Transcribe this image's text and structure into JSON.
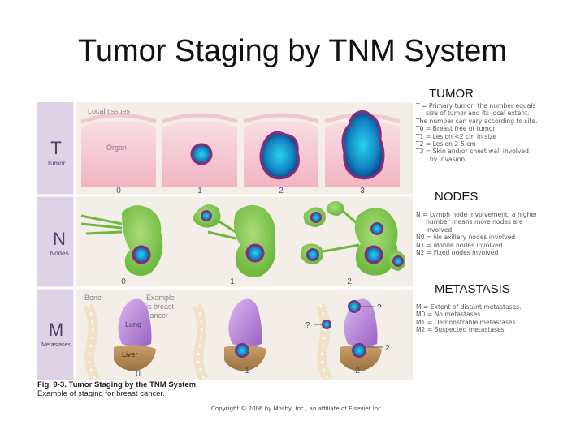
{
  "title": "Tumor Staging by TNM System",
  "sections": {
    "tumor": "TUMOR",
    "nodes": "NODES",
    "metastasis": "METASTASIS"
  },
  "legends": {
    "tumor": "T = Primary tumor; the number equals\n     size of tumor and its local extent.\nThe number can vary according to site.\nT0 = Breast free of tumor\nT1 = Lesion <2 cm in size\nT2 = Lesion 2-5 cm\nT3 = Skin and/or chest wall involved\n       by invasion",
    "nodes": "N = Lymph node involvement; a higher\n     number means more nodes are\n     involved.\nN0 = No axillary nodes involved\nN1 = Mobile nodes involved\nN2 = Fixed nodes involved",
    "metastasis": "M = Extent of distant metastases.\nM0 = No metastases\nM1 = Demonstrable metastases\nM2 = Suspected metastases"
  },
  "figure": {
    "rows": {
      "t": {
        "letter": "T",
        "name": "Tumor"
      },
      "n": {
        "letter": "N",
        "name": "Nodes"
      },
      "m": {
        "letter": "M",
        "name": "Metastases"
      }
    },
    "labels": {
      "local_tissues": "Local tissues",
      "organ": "Organ",
      "bone": "Bone",
      "example": "Example\nis breast\ncancer",
      "lung": "Lung",
      "liver": "Liver",
      "question": "?"
    },
    "t_stages": [
      "0",
      "1",
      "2",
      "3"
    ],
    "n_stages": [
      "0",
      "1",
      "2"
    ],
    "m_stages": [
      "0",
      "1",
      "2"
    ]
  },
  "caption": {
    "fig_line": "Fig. 9-3. Tumor Staging by the TNM System",
    "sub_line": "Example of staging for breast cancer."
  },
  "copyright": "Copyright © 2006 by Mosby, Inc., an affiliate of Elsevier Inc.",
  "colors": {
    "row_label_bg": "#ddd2e6",
    "organ_pink": "#f6cdd6",
    "node_green": "#8ccb5a",
    "tumor_blue": "#1593c8",
    "tumor_rim": "#8a2a78",
    "lung_purple": "#b98ad6",
    "liver_brown": "#b58a55"
  }
}
